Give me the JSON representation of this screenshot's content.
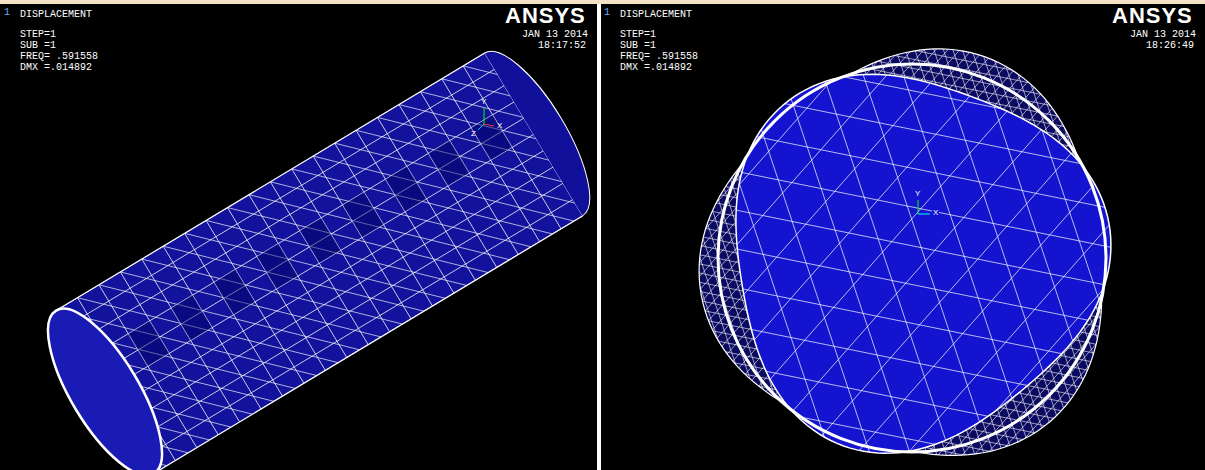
{
  "diagram": {
    "labels": [
      "1",
      "DISPLACEMENT",
      "STEP=1",
      "SUB =1",
      "FREQ= .591558",
      "DMX =.014892",
      "ANSYS",
      "JAN 13 2014",
      "18:17:52",
      "Y",
      "Z",
      "X",
      "1",
      "DISPLACEMENT",
      "STEP=1",
      "SUB =1",
      "FREQ= .591558",
      "DMX =.014892",
      "ANSYS",
      "JAN 13 2014",
      "18:26:49",
      "Y",
      "X"
    ]
  }
}
